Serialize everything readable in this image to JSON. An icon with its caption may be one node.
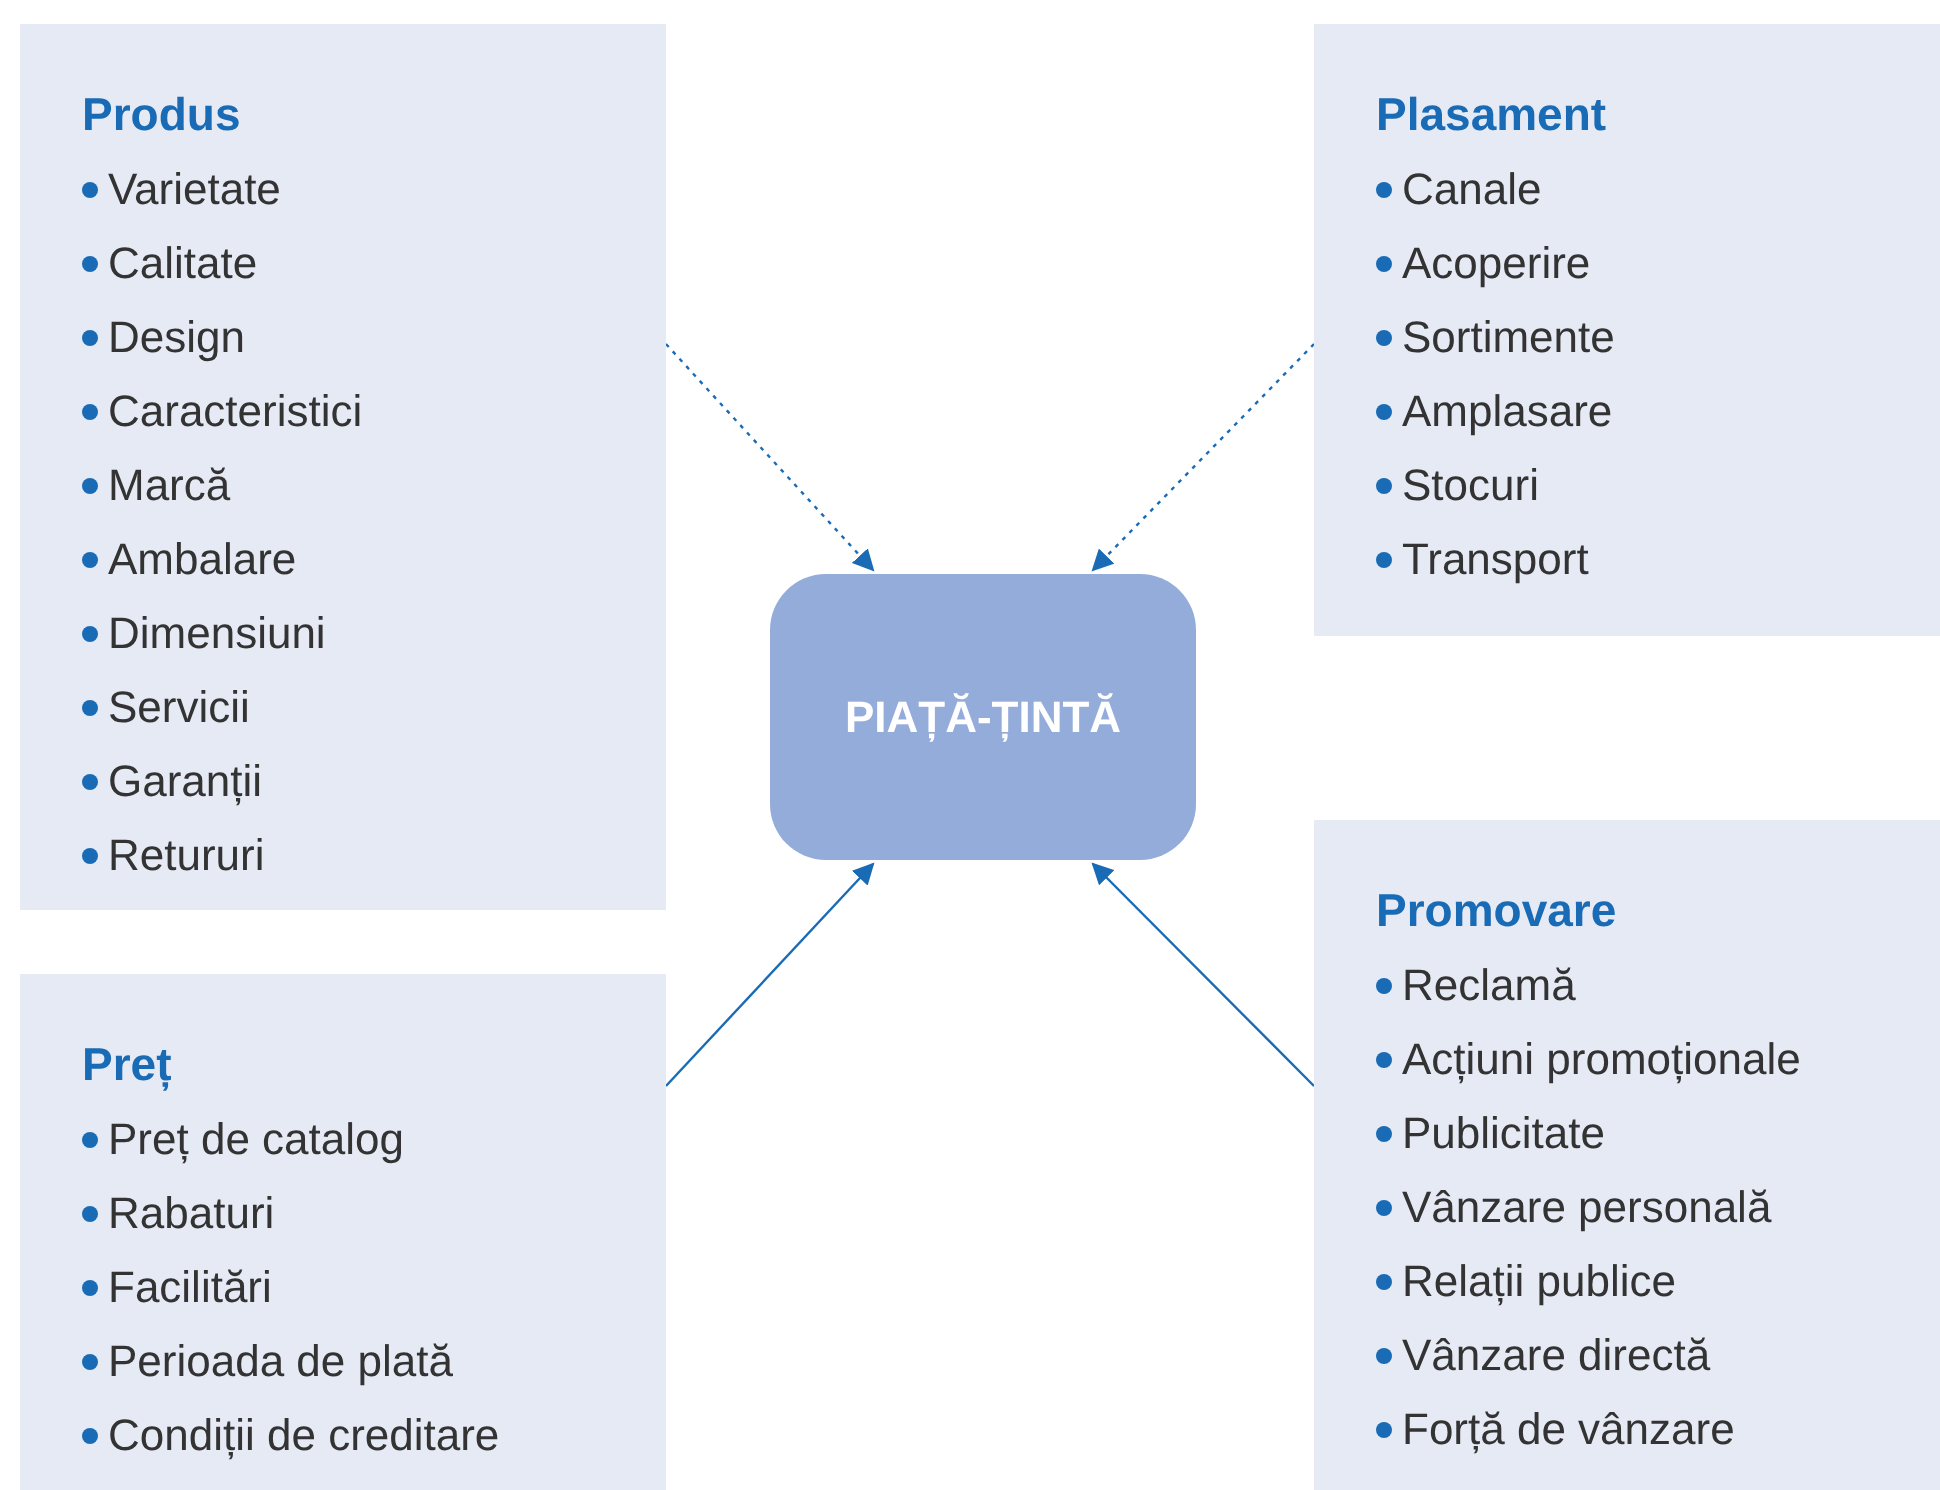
{
  "diagram": {
    "nodes": [
      {
        "text": [
          "Produs",
          "Varietate",
          "Calitate",
          "Design",
          "Caracteristici",
          "Marcă",
          "Ambalare",
          "Dimensiuni",
          "Servicii",
          "Garanții",
          "Retururi"
        ]
      },
      {
        "text": [
          "Plasament",
          "Canale",
          "Acoperire",
          "Sortimente",
          "Amplasare",
          "Stocuri",
          "Transport"
        ]
      },
      {
        "text": [
          "PIAȚĂ-ȚINTĂ"
        ]
      },
      {
        "text": [
          "Preț",
          "Preț de catalog",
          "Rabaturi",
          "Facilitări",
          "Perioada de plată",
          "Condiții de creditare"
        ]
      },
      {
        "text": [
          "Promovare",
          "Reclamă",
          "Acțiuni promoționale",
          "Publicitate",
          "Vânzare personală",
          "Relații publice",
          "Vânzare directă",
          "Forță de vânzare"
        ]
      }
    ],
    "edges": [
      {
        "from": 0,
        "to": 2,
        "arrow": "to",
        "style": "dashed"
      },
      {
        "from": 1,
        "to": 2,
        "arrow": "to",
        "style": "dashed"
      },
      {
        "from": 3,
        "to": 2,
        "arrow": "to"
      },
      {
        "from": 4,
        "to": 2,
        "arrow": "to"
      }
    ]
  }
}
